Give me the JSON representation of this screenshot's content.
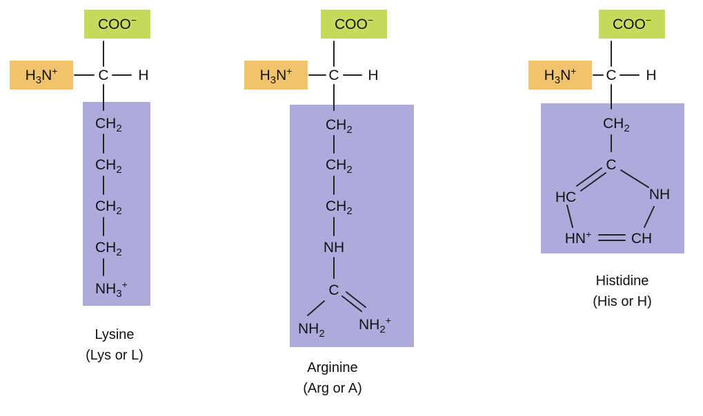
{
  "colors": {
    "carboxyl_box": "#c6db5c",
    "amino_box": "#f0c36c",
    "side_chain_box": "#aeaadc",
    "text": "#111111"
  },
  "amino_acids": [
    {
      "backbone": {
        "carboxyl": "COO⁻",
        "amino": "H₃N⁺",
        "alpha_carbon": "C",
        "hydrogen": "H"
      },
      "side_chain": [
        "CH₂",
        "CH₂",
        "CH₂",
        "CH₂",
        "NH₃⁺"
      ],
      "name": "Lysine",
      "abbreviation": "(Lys or L)"
    },
    {
      "backbone": {
        "carboxyl": "COO⁻",
        "amino": "H₃N⁺",
        "alpha_carbon": "C",
        "hydrogen": "H"
      },
      "side_chain": [
        "CH₂",
        "CH₂",
        "CH₂",
        "NH",
        "C",
        "NH₂",
        "NH₂⁺"
      ],
      "name": "Arginine",
      "abbreviation": "(Arg or A)"
    },
    {
      "backbone": {
        "carboxyl": "COO⁻",
        "amino": "H₃N⁺",
        "alpha_carbon": "C",
        "hydrogen": "H"
      },
      "side_chain": [
        "CH₂",
        "C",
        "HC",
        "NH",
        "HN⁺",
        "CH"
      ],
      "name": "Histidine",
      "abbreviation": "(His or H)"
    }
  ]
}
